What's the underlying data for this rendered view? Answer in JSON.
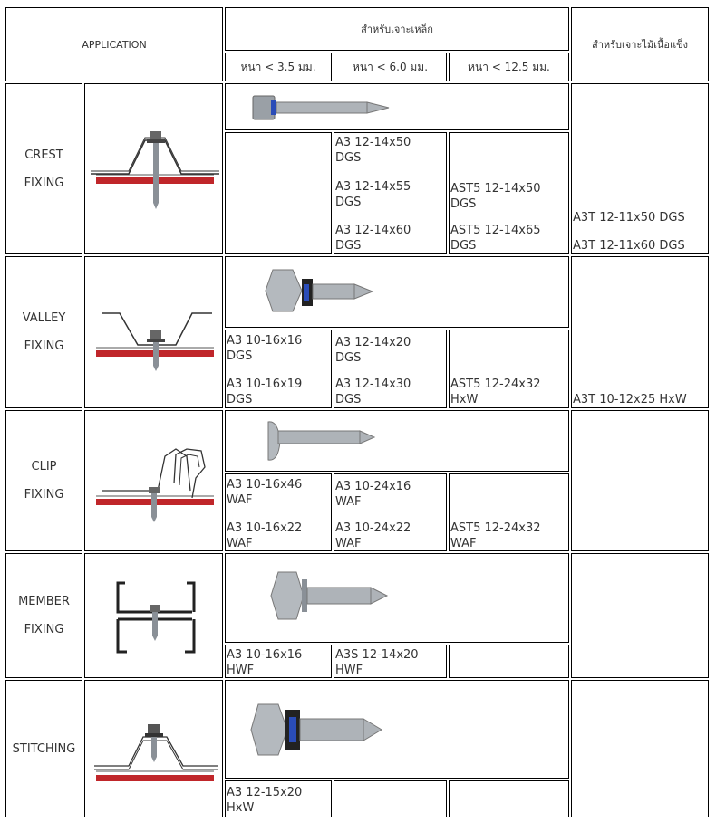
{
  "header": {
    "application": "APPLICATION",
    "steel": "สำหรับเจาะเหล็ก",
    "wood": "สำหรับเจาะไม้เนื้อแข็ง",
    "col1": "หนา < 3.5 มม.",
    "col2": "หนา < 6.0 มม.",
    "col3": "หนา < 12.5 มม."
  },
  "rows": [
    {
      "name": [
        "CREST",
        "FIXING"
      ],
      "col2": [
        "A3 12-14x50\nDGS",
        "A3 12-14x55\nDGS",
        "A3 12-14x60\nDGS"
      ],
      "col3": [
        "AST5 12-14x50\nDGS",
        "AST5 12-14x65\nDGS"
      ],
      "wood": [
        "A3T 12-11x50 DGS",
        "A3T 12-11x60 DGS"
      ]
    },
    {
      "name": [
        "VALLEY",
        "FIXING"
      ],
      "col1": [
        "A3 10-16x16\nDGS",
        "A3 10-16x19\nDGS"
      ],
      "col2": [
        "A3 12-14x20\nDGS",
        "A3 12-14x30\nDGS"
      ],
      "col3": [
        "AST5 12-24x32\nHxW"
      ],
      "wood": [
        "A3T 10-12x25 HxW"
      ]
    },
    {
      "name": [
        "CLIP",
        "FIXING"
      ],
      "col1": [
        "A3 10-16x46\nWAF",
        "A3 10-16x22\nWAF"
      ],
      "col2": [
        "A3 10-24x16\nWAF",
        "A3 10-24x22\nWAF"
      ],
      "col3": [
        "AST5 12-24x32\nWAF"
      ]
    },
    {
      "name": [
        "MEMBER",
        "FIXING"
      ],
      "col1": [
        "A3 10-16x16\nHWF"
      ],
      "col2": [
        "A3S 12-14x20\nHWF"
      ]
    },
    {
      "name": [
        "STITCHING"
      ],
      "col1": [
        "A3 12-15x20\nHxW"
      ]
    }
  ],
  "colors": {
    "red_sheet": "#c0262a",
    "metal": "#9aa0a6",
    "washer_blue": "#2a4cb8"
  }
}
